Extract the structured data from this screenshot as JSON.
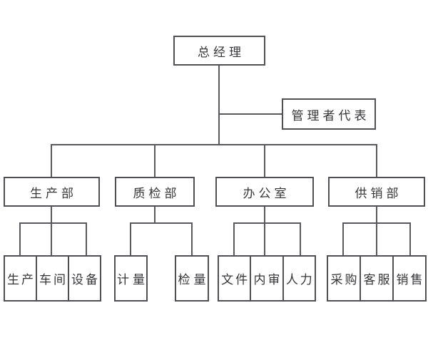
{
  "chart": {
    "type": "org-chart",
    "line_color": "#58595c",
    "text_color": "#363638",
    "root": {
      "label": "总经理"
    },
    "staff": {
      "label": "管理者代表"
    },
    "departments": [
      {
        "label": "生产部",
        "children": [
          {
            "label": "生产"
          },
          {
            "label": "车间"
          },
          {
            "label": "设备"
          }
        ]
      },
      {
        "label": "质检部",
        "children": [
          {
            "label": "计量"
          },
          {
            "label": "检量"
          }
        ]
      },
      {
        "label": "办公室",
        "children": [
          {
            "label": "文件"
          },
          {
            "label": "内审"
          },
          {
            "label": "人力"
          }
        ]
      },
      {
        "label": "供销部",
        "children": [
          {
            "label": "采购"
          },
          {
            "label": "客服"
          },
          {
            "label": "销售"
          }
        ]
      }
    ]
  }
}
